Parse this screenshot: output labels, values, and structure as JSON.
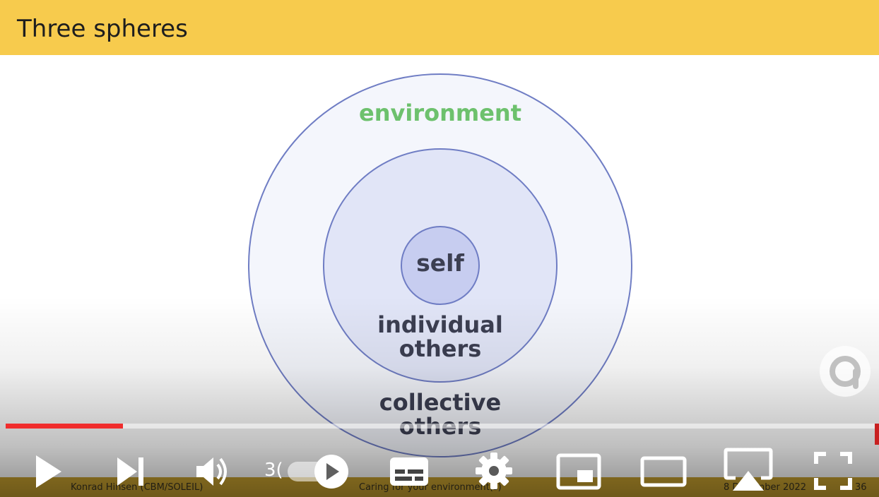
{
  "slide": {
    "title": "Three spheres",
    "spheres": {
      "outer_label": "environment",
      "middle_label": "individual\nothers",
      "inner_label": "self",
      "collective_label": "collective\nothers"
    },
    "footer": {
      "author": "Konrad Hinsen  (CBM/SOLEIL)",
      "talk_title": "Caring for your environment(s)",
      "date": "8 December 2022",
      "page": "36"
    },
    "colors": {
      "header": "#f7cb4d",
      "environment_text": "#6dc16d",
      "circle_border": "#6f7dc4"
    }
  },
  "player": {
    "progress_fraction": 0.135,
    "time_display": "3(",
    "autoplay_on": true,
    "icons": {
      "play": "play-icon",
      "next": "next-icon",
      "volume": "volume-icon",
      "autoplay": "autoplay-toggle-icon",
      "subtitles": "subtitles-icon",
      "settings": "gear-icon",
      "miniplayer": "miniplayer-icon",
      "theater": "theater-mode-icon",
      "cast": "airplay-icon",
      "fullscreen": "fullscreen-icon",
      "watermark": "channel-watermark-icon"
    },
    "colors": {
      "progress": "#f02d2d",
      "controls": "#ffffff"
    }
  }
}
